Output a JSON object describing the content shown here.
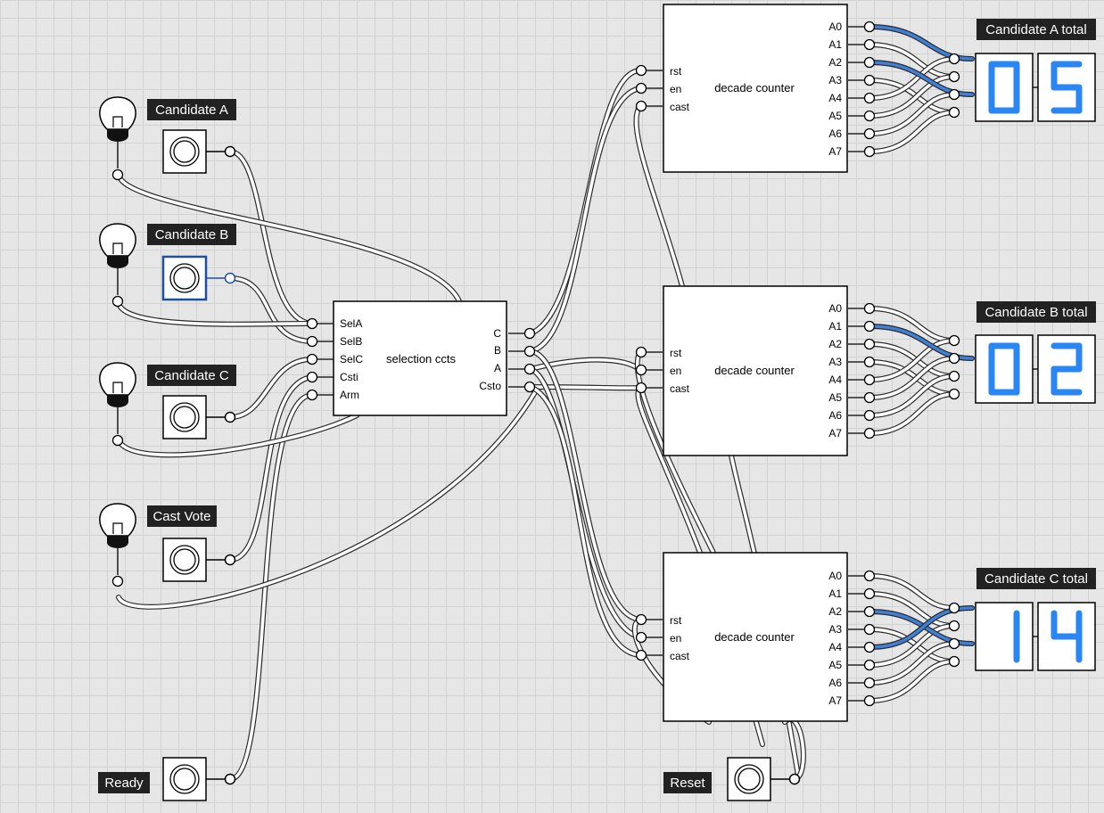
{
  "labels": {
    "candidate_a": "Candidate A",
    "candidate_b": "Candidate B",
    "candidate_c": "Candidate C",
    "cast_vote": "Cast Vote",
    "ready": "Ready",
    "reset": "Reset",
    "total_a": "Candidate A total",
    "total_b": "Candidate B total",
    "total_c": "Candidate C total"
  },
  "selection": {
    "title": "selection ccts",
    "inputs": [
      "SelA",
      "SelB",
      "SelC",
      "Csti",
      "Arm"
    ],
    "outputs": [
      "C",
      "B",
      "A",
      "Csto"
    ]
  },
  "counters": [
    {
      "title": "decade counter",
      "inputs": [
        "rst",
        "en",
        "cast"
      ],
      "outputs": [
        "A0",
        "A1",
        "A2",
        "A3",
        "A4",
        "A5",
        "A6",
        "A7"
      ],
      "digits": [
        0,
        5
      ]
    },
    {
      "title": "decade counter",
      "inputs": [
        "rst",
        "en",
        "cast"
      ],
      "outputs": [
        "A0",
        "A1",
        "A2",
        "A3",
        "A4",
        "A5",
        "A6",
        "A7"
      ],
      "digits": [
        0,
        2
      ]
    },
    {
      "title": "decade counter",
      "inputs": [
        "rst",
        "en",
        "cast"
      ],
      "outputs": [
        "A0",
        "A1",
        "A2",
        "A3",
        "A4",
        "A5",
        "A6",
        "A7"
      ],
      "digits": [
        1,
        4
      ]
    }
  ],
  "colors": {
    "segment_on": "#2a86f5",
    "display_bg": "#ffffff",
    "wire_active": "#3f7fd6",
    "label_bg": "#222222"
  }
}
